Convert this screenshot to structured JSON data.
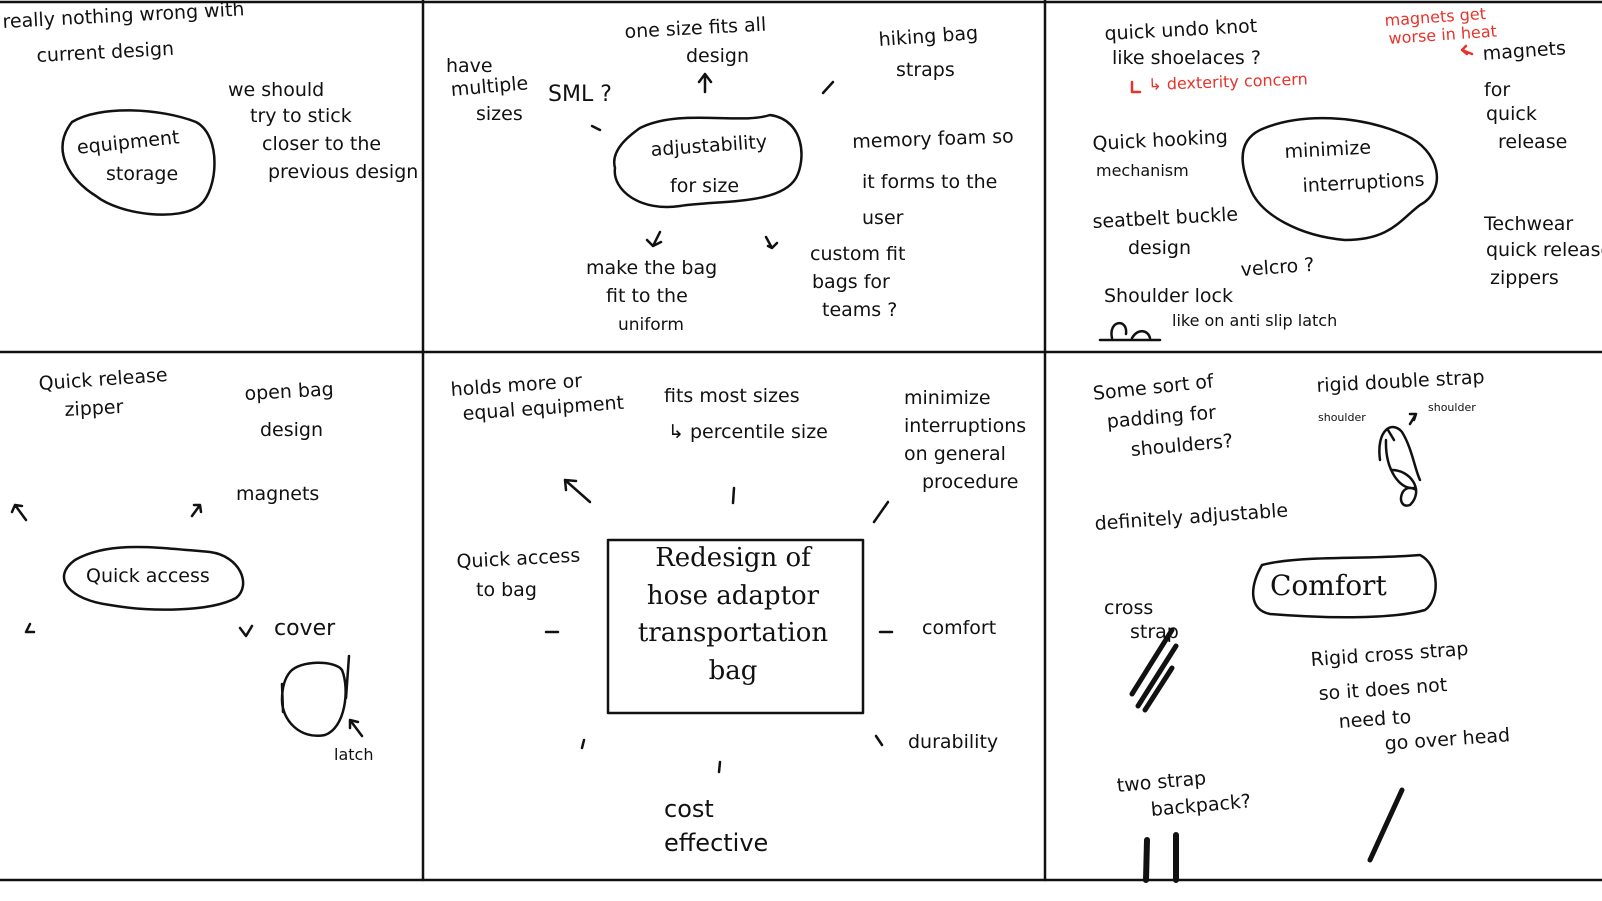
{
  "center": {
    "title_line1": "Redesign of",
    "title_line2": "hose adaptor",
    "title_line3": "transportation",
    "title_line4": "bag"
  },
  "panel1": {
    "note1_line1": "really nothing wrong with",
    "note1_line2": "current design",
    "note2_line1": "we should",
    "note2_line2": "try to stick",
    "note2_line3": "closer to the",
    "note2_line4": "previous design",
    "bubble_line1": "equipment",
    "bubble_line2": "storage"
  },
  "panel2": {
    "top1_line1": "one size fits all",
    "top1_line2": "design",
    "top2_line1": "hiking bag",
    "top2_line2": "straps",
    "left_line1": "have",
    "left_line2": "multiple",
    "left_line3": "sizes",
    "sml": "SML ?",
    "bubble_line1": "adjustability",
    "bubble_line2": "for size",
    "right_line1": "memory foam so",
    "right_line2": "it forms to the",
    "right_line3": "user",
    "bottom1_line1": "make the bag",
    "bottom1_line2": "fit to the",
    "bottom1_line3": "uniform",
    "bottom2_line1": "custom fit",
    "bottom2_line2": "bags for",
    "bottom2_line3": "teams ?"
  },
  "panel3": {
    "knot_line1": "quick undo knot",
    "knot_line2": "like shoelaces ?",
    "dexterity": "↳ dexterity concern",
    "magnet_warn_line1": "magnets get",
    "magnet_warn_line2": "worse in heat",
    "magnets_line1": "magnets",
    "magnets_line2": "for",
    "magnets_line3": "quick",
    "magnets_line4": "release",
    "hooking_line1": "Quick hooking",
    "hooking_line2": "mechanism",
    "bubble_line1": "minimize",
    "bubble_line2": "interruptions",
    "seatbelt_line1": "seatbelt buckle",
    "seatbelt_line2": "design",
    "velcro": "velcro ?",
    "techwear_line1": "Techwear",
    "techwear_line2": "quick release",
    "techwear_line3": "zippers",
    "shoulder_lock": "Shoulder lock",
    "anti_slip": "like on anti slip latch"
  },
  "panel4": {
    "zipper_line1": "Quick release",
    "zipper_line2": "zipper",
    "open_line1": "open bag",
    "open_line2": "design",
    "magnets": "magnets",
    "bubble": "Quick access",
    "cover": "cover",
    "latch": "latch"
  },
  "panel5": {
    "holds_line1": "holds more or",
    "holds_line2": "equal equipment",
    "fits_line1": "fits most sizes",
    "fits_line2": "↳ percentile size",
    "minimize_line1": "minimize",
    "minimize_line2": "interruptions",
    "minimize_line3": "on general",
    "minimize_line4": "procedure",
    "quick_line1": "Quick access",
    "quick_line2": "to bag",
    "comfort": "comfort",
    "durability": "durability",
    "cost_line1": "cost",
    "cost_line2": "effective"
  },
  "panel6": {
    "padding_line1": "Some sort of",
    "padding_line2": "padding for",
    "padding_line3": "shoulders?",
    "rigid_double": "rigid double strap",
    "shoulder_left": "shoulder",
    "shoulder_right": "shoulder",
    "adjustable": "definitely adjustable",
    "bubble": "Comfort",
    "cross_line1": "cross",
    "cross_line2": "strap",
    "rigid_cross_line1": "Rigid cross strap",
    "rigid_cross_line2": "so it does not",
    "rigid_cross_line3": "need to",
    "rigid_cross_line4": "go over head",
    "two_line1": "two strap",
    "two_line2": "backpack?"
  }
}
